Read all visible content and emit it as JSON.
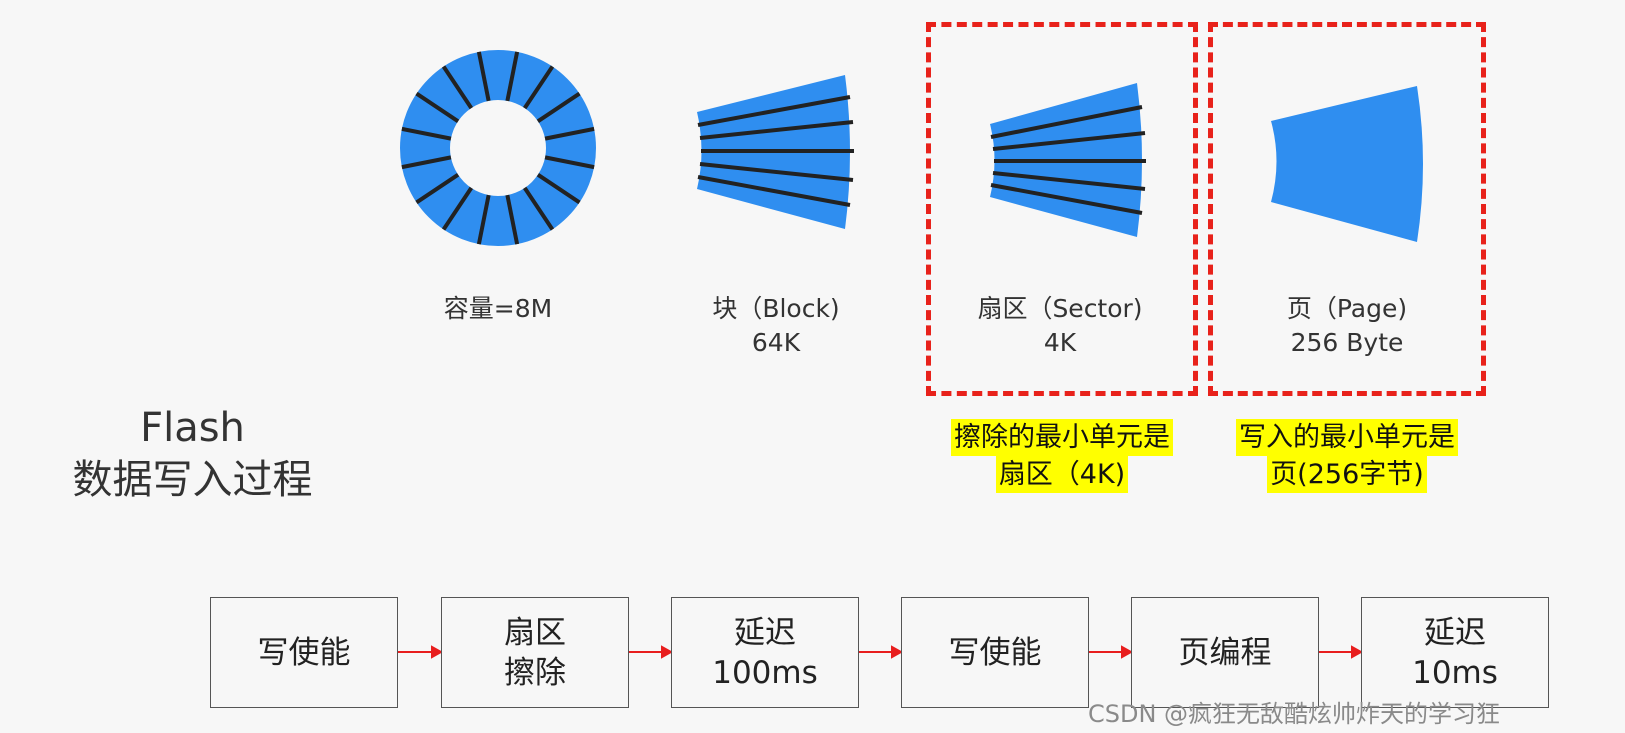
{
  "diagram": {
    "colors": {
      "shape_fill": "#2f8ef0",
      "divider": "#222222",
      "dashed_border": "#e8221b",
      "highlight": "#ffff00",
      "arrow": "#e81e1e"
    },
    "capacity": {
      "label": "容量=8M"
    },
    "block": {
      "line1": "块（Block)",
      "line2": "64K"
    },
    "sector": {
      "line1": "扇区（Sector)",
      "line2": "4K"
    },
    "page": {
      "line1": "页（Page)",
      "line2": "256 Byte"
    },
    "notes": {
      "erase": {
        "line1": "擦除的最小单元是",
        "line2": "扇区（4K)"
      },
      "write": {
        "line1": "写入的最小单元是",
        "line2": "页(256字节)"
      }
    },
    "title": {
      "line1": "Flash",
      "line2": "数据写入过程"
    },
    "steps": [
      {
        "line1": "写使能",
        "line2": ""
      },
      {
        "line1": "扇区",
        "line2": "擦除"
      },
      {
        "line1": "延迟",
        "line2": "100ms"
      },
      {
        "line1": "写使能",
        "line2": ""
      },
      {
        "line1": "页编程",
        "line2": ""
      },
      {
        "line1": "延迟",
        "line2": "10ms"
      }
    ],
    "watermark": "CSDN @疯狂无敌酷炫帅炸天的学习狂"
  }
}
